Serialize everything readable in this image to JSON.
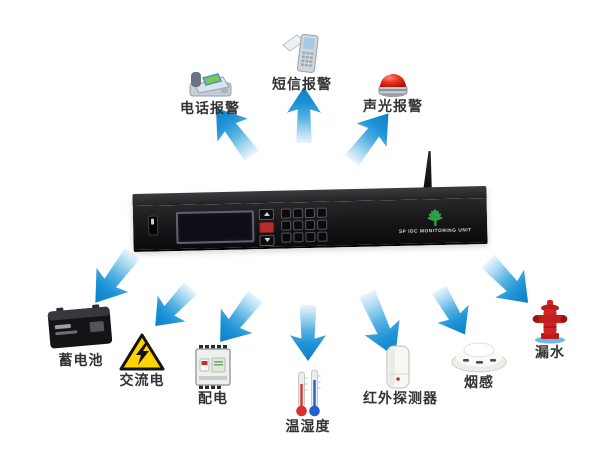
{
  "device": {
    "brand_label": "SP IDC MONITORING UNIT"
  },
  "alarm_outputs": [
    {
      "id": "phone",
      "label": "电话报警"
    },
    {
      "id": "sms",
      "label": "短信报警"
    },
    {
      "id": "sound_light",
      "label": "声光报警"
    }
  ],
  "monitored_inputs": [
    {
      "id": "battery",
      "label": "蓄电池"
    },
    {
      "id": "ac_power",
      "label": "交流电"
    },
    {
      "id": "distribution",
      "label": "配电"
    },
    {
      "id": "temp_humidity",
      "label": "温湿度"
    },
    {
      "id": "infrared",
      "label": "红外探测器"
    },
    {
      "id": "smoke",
      "label": "烟感"
    },
    {
      "id": "water_leak",
      "label": "漏水"
    }
  ],
  "colors": {
    "arrow_head": "#0c7ec6",
    "arrow_tail": "#eaf6fd",
    "label_text": "#333333",
    "device_body": "#151517",
    "logo_green": "#2f9e46",
    "beacon_red": "#dd2222",
    "warning_yellow": "#ffd200",
    "hydrant_red": "#d42222",
    "thermometer_red": "#d93030",
    "thermometer_blue": "#2460c8",
    "water_puddle_blue": "#6db8e8"
  }
}
